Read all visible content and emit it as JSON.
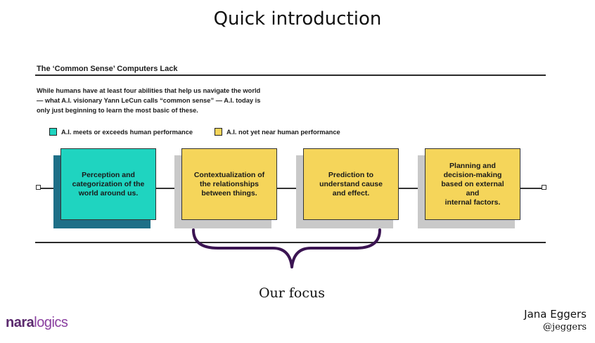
{
  "slide": {
    "title": "Quick introduction"
  },
  "figure": {
    "title": "The ‘Common Sense’ Computers Lack",
    "intro_lines": [
      "While humans have at least four abilities that help us navigate the world",
      "— what A.I. visionary Yann LeCun calls “common sense” — A.I. today is",
      "only just beginning to learn the most basic of these."
    ],
    "legend": [
      {
        "label": "A.I. meets or exceeds human performance",
        "color": "#1fd4c0"
      },
      {
        "label": "A.I. not yet near human performance",
        "color": "#f5d55a"
      }
    ],
    "boxes": [
      {
        "lines": [
          "Perception and",
          "categorization of the",
          "world around us."
        ],
        "color": "#1fd4c0",
        "shadow": "#1e6f87"
      },
      {
        "lines": [
          "Contextualization of",
          "the relationships",
          "between things."
        ],
        "color": "#f5d55a",
        "shadow": "#c9c9c9"
      },
      {
        "lines": [
          "Prediction to",
          "understand cause",
          "and effect."
        ],
        "color": "#f5d55a",
        "shadow": "#c9c9c9"
      },
      {
        "lines": [
          "Planning and",
          "decision-making",
          "based on external and",
          "internal factors."
        ],
        "color": "#f5d55a",
        "shadow": "#c9c9c9"
      }
    ]
  },
  "annotation": {
    "label": "Our focus",
    "brace_color": "#3b1452"
  },
  "footer": {
    "logo_part1": "nara",
    "logo_part2": "logics",
    "presenter_name": "Jana Eggers",
    "presenter_handle": "@jeggers"
  }
}
